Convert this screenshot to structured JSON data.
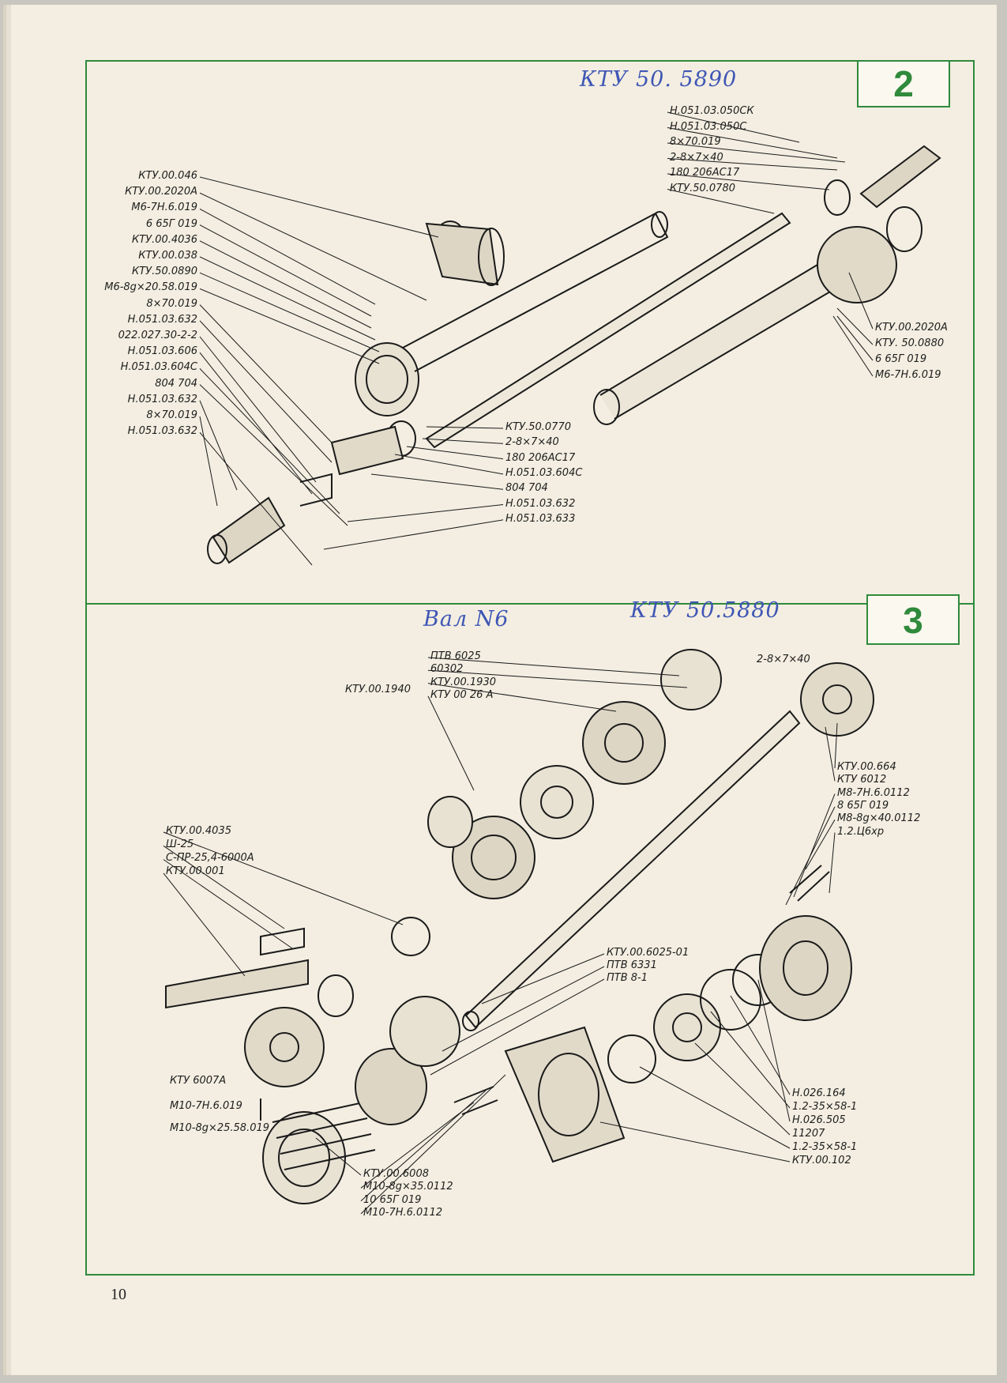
{
  "page_number": "10",
  "section2": {
    "number": "2",
    "handwritten": "КТУ 50. 5890",
    "labels_left": [
      "КТУ.00.046",
      "КТУ.00.2020А",
      "М6-7Н.6.019",
      "6 65Г 019",
      "КТУ.00.4036",
      "КТУ.00.038",
      "КТУ.50.0890",
      "М6-8g×20.58.019",
      "8×70.019",
      "Н.051.03.632",
      "022.027.30-2-2",
      "Н.051.03.606",
      "Н.051.03.604С",
      "804 704",
      "Н.051.03.632",
      "8×70.019",
      "Н.051.03.632"
    ],
    "labels_right_top": [
      "Н.051.03.050СК",
      "Н.051.03.050С",
      "8×70.019",
      "2-8×7×40",
      "180 206АС17",
      "КТУ.50.0780"
    ],
    "labels_right_mid": [
      "КТУ.00.2020А",
      "КТУ. 50.0880",
      "6 65Г 019",
      "М6-7Н.6.019"
    ],
    "labels_center": [
      "КТУ.50.0770",
      "2-8×7×40",
      "180 206АС17",
      "Н.051.03.604С",
      "804 704",
      "Н.051.03.632",
      "Н.051.03.633"
    ]
  },
  "section3": {
    "number": "3",
    "handwritten_1": "Вал N6",
    "handwritten_2": "КТУ 50.5880",
    "labels_top": [
      "ПТВ 6025",
      "60302",
      "КТУ.00.1930",
      "КТУ 00 26 А"
    ],
    "label_group": "КТУ.00.1940",
    "label_shaftkey": "2-8×7×40",
    "labels_left": [
      "КТУ.00.4035",
      "Ш-25",
      "С-ПР-25,4-6000А",
      "КТУ.00.001",
      "КТУ 6007А",
      "М10-7Н.6.019",
      "М10-8g×25.58.019"
    ],
    "labels_right": [
      "КТУ.00.664",
      "КТУ 6012",
      "М8-7Н.6.0112",
      "8 65Г 019",
      "М8-8g×40.0112",
      "1.2.Ц6хр"
    ],
    "labels_mid": [
      "КТУ.00.6025-01",
      "ПТВ 6331",
      "ПТВ 8-1"
    ],
    "labels_bottom_left": [
      "КТУ.00.6008",
      "М10-8g×35.0112",
      "10 65Г 019",
      "М10-7Н.6.0112"
    ],
    "labels_bottom_right": [
      "Н.026.164",
      "1.2-35×58-1",
      "Н.026.505",
      "11207",
      "1.2-35×58-1",
      "КТУ.00.102"
    ]
  }
}
